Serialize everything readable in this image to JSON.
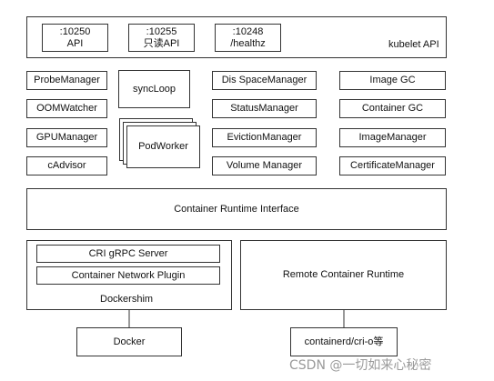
{
  "kubelet": {
    "api_label": "kubelet API",
    "ports": [
      {
        "port": ":10250",
        "name": "API"
      },
      {
        "port": ":10255",
        "name": "只读API"
      },
      {
        "port": ":10248",
        "name": "/healthz"
      }
    ]
  },
  "components": {
    "probe_manager": "ProbeManager",
    "oom_watcher": "OOMWatcher",
    "gpu_manager": "GPUManager",
    "cadvisor": "cAdvisor",
    "sync_loop": "syncLoop",
    "pod_worker": "PodWorker",
    "disk_space_manager": "Dis  SpaceManager",
    "status_manager": "StatusManager",
    "eviction_manager": "EvictionManager",
    "volume_manager": "Volume Manager",
    "image_gc": "Image GC",
    "container_gc": "Container GC",
    "image_manager": "ImageManager",
    "certificate_manager": "CertificateManager"
  },
  "cri": {
    "label": "Container Runtime Interface"
  },
  "dockershim": {
    "label": "Dockershim",
    "grpc_server": "CRI gRPC Server",
    "network_plugin": "Container Network Plugin"
  },
  "remote_runtime": {
    "label": "Remote Container Runtime"
  },
  "docker": {
    "label": "Docker"
  },
  "containerd": {
    "label": "containerd/cri-o等"
  },
  "watermark": "CSDN @一切如来心秘密"
}
